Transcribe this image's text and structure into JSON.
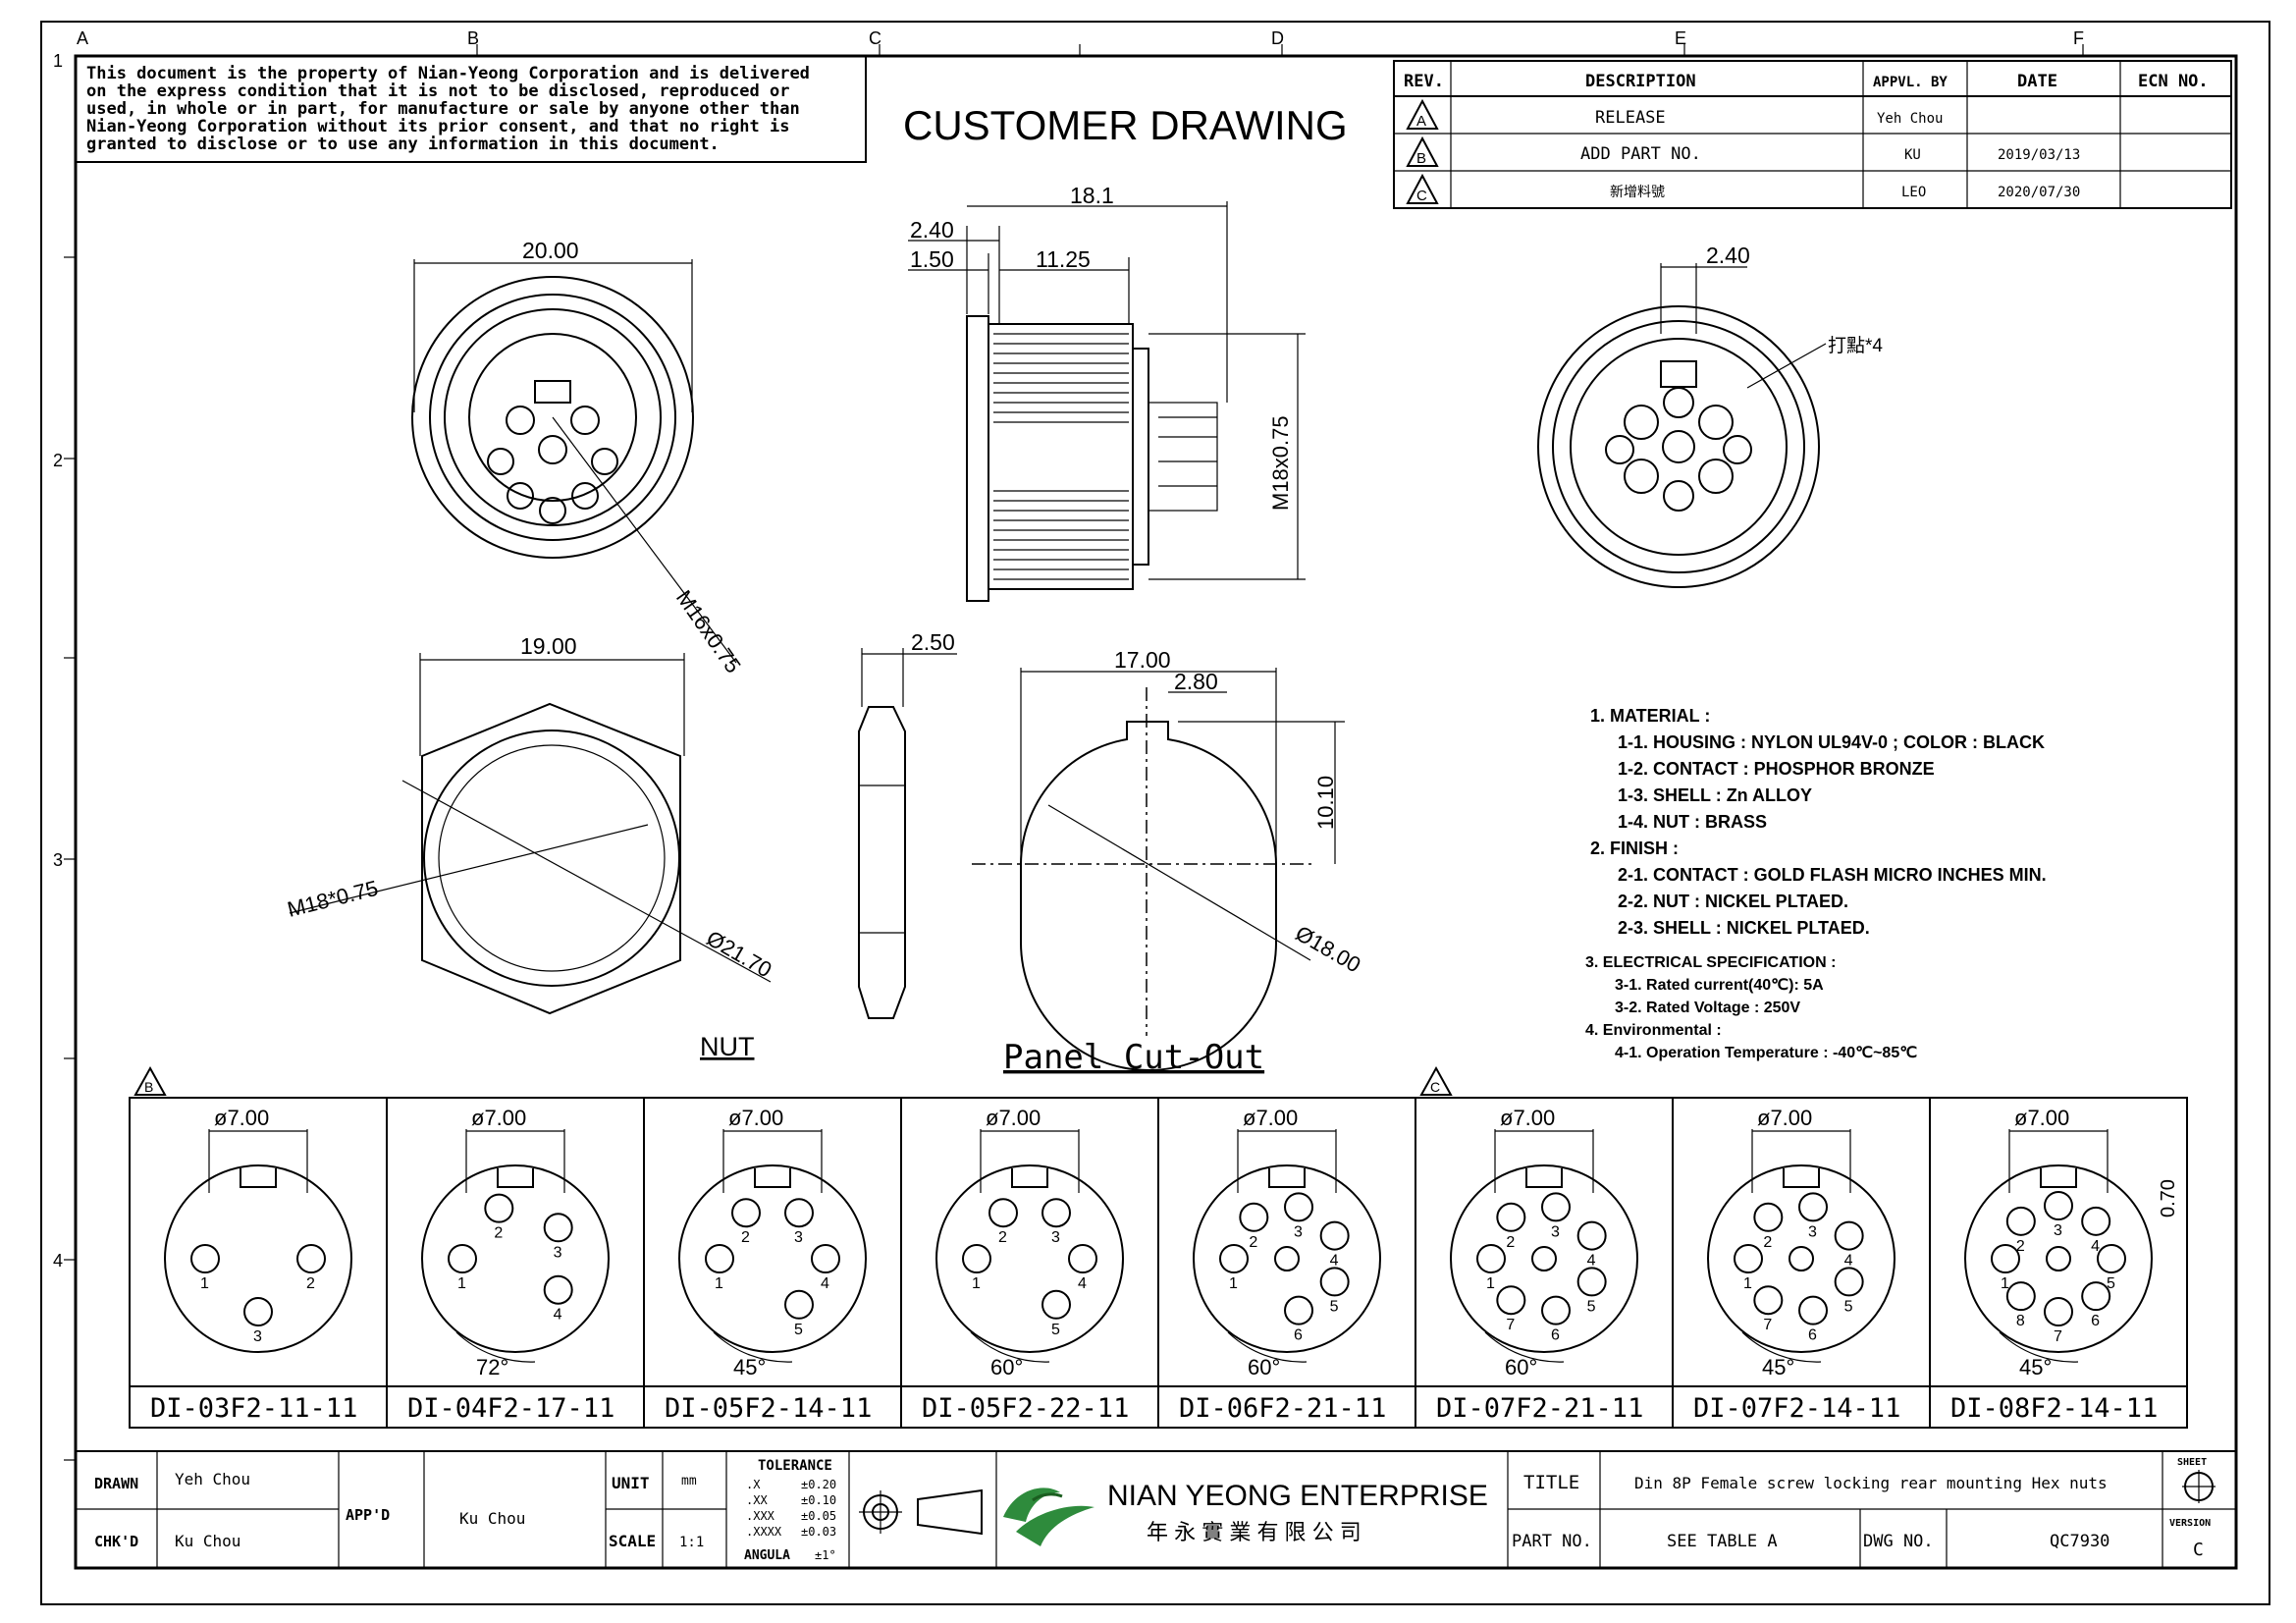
{
  "grid": {
    "columns": [
      "A",
      "B",
      "C",
      "D",
      "E",
      "F"
    ],
    "rows": [
      "1",
      "2",
      "3",
      "4"
    ]
  },
  "notice": [
    "This document is the property of Nian-Yeong Corporation and is delivered",
    "on  the  express condition that it is not to be disclosed, reproduced or",
    "used, in whole or in part, for manufacture or sale by anyone other than",
    "Nian-Yeong Corporation without  its prior consent, and that  no right  is",
    "granted to disclose or to use any information in this  document."
  ],
  "drawing_title": "CUSTOMER  DRAWING",
  "revision_table": {
    "headers": [
      "REV.",
      "DESCRIPTION",
      "APPVL. BY",
      "DATE",
      "ECN NO."
    ],
    "rows": [
      {
        "rev": "A",
        "description": "RELEASE",
        "by": "Yeh Chou",
        "date": "",
        "ecn": ""
      },
      {
        "rev": "B",
        "description": "ADD PART NO.",
        "by": "KU",
        "date": "2019/03/13",
        "ecn": ""
      },
      {
        "rev": "C",
        "description": "新增料號",
        "by": "LEO",
        "date": "2020/07/30",
        "ecn": ""
      }
    ]
  },
  "dimensions": {
    "front_width": "20.00",
    "front_thread": "M16x0.75",
    "side_overall": "18.1",
    "side_flange": "2.40",
    "side_step": "1.50",
    "side_thread_len": "11.25",
    "side_thread": "M18x0.75",
    "back_key": "2.40",
    "back_note": "打點*4",
    "nut_width": "19.00",
    "nut_thread": "M18*0.75",
    "nut_dia": "Ø21.70",
    "nut_thick": "2.50",
    "cutout_width": "17.00",
    "cutout_key": "2.80",
    "cutout_height": "10.10",
    "cutout_dia": "Ø18.00"
  },
  "view_labels": {
    "nut": "NUT",
    "panel": "Panel Cut-Out"
  },
  "notes": [
    "1.  MATERIAL  :",
    "1-1.  HOUSING  :  NYLON  UL94V-0  ;  COLOR  :  BLACK",
    "1-2.  CONTACT  :  PHOSPHOR  BRONZE",
    "1-3.  SHELL  :  Zn  ALLOY",
    "1-4.  NUT  :  BRASS",
    "2.  FINISH  :",
    "2-1.  CONTACT  :  GOLD  FLASH  MICRO  INCHES  MIN.",
    "2-2.  NUT  :  NICKEL  PLTAED.",
    "2-3.  SHELL  :  NICKEL  PLTAED.",
    "3.  ELECTRICAL  SPECIFICATION  :",
    "3-1.  Rated  current(40℃):   5A",
    "3-2.  Rated  Voltage  :  250V",
    "4.  Environmental  :",
    "4-1.  Operation  Temperature  :  -40℃~85℃"
  ],
  "rev_markers": {
    "b": "B",
    "c": "C"
  },
  "pin_table": {
    "pin_circle": "ø7.00",
    "key_dim": "0.70",
    "parts": [
      {
        "part_no": "DI-03F2-11-11",
        "pins": [
          "1",
          "2",
          "3"
        ],
        "angle": ""
      },
      {
        "part_no": "DI-04F2-17-11",
        "pins": [
          "1",
          "2",
          "3",
          "4"
        ],
        "angle": "72°"
      },
      {
        "part_no": "DI-05F2-14-11",
        "pins": [
          "1",
          "2",
          "3",
          "4",
          "5"
        ],
        "angle": "45°"
      },
      {
        "part_no": "DI-05F2-22-11",
        "pins": [
          "1",
          "2",
          "3",
          "4",
          "5"
        ],
        "angle": "60°"
      },
      {
        "part_no": "DI-06F2-21-11",
        "pins": [
          "1",
          "2",
          "3",
          "4",
          "5",
          "6"
        ],
        "angle": "60°"
      },
      {
        "part_no": "DI-07F2-21-11",
        "pins": [
          "1",
          "2",
          "3",
          "4",
          "5",
          "6",
          "7"
        ],
        "angle": "60°"
      },
      {
        "part_no": "DI-07F2-14-11",
        "pins": [
          "1",
          "2",
          "3",
          "4",
          "5",
          "6",
          "7"
        ],
        "angle": "45°"
      },
      {
        "part_no": "DI-08F2-14-11",
        "pins": [
          "1",
          "2",
          "3",
          "4",
          "5",
          "6",
          "7",
          "8"
        ],
        "angle": "45°"
      }
    ]
  },
  "title_block": {
    "drawn_label": "DRAWN",
    "drawn": "Yeh Chou",
    "chkd_label": "CHK'D",
    "chkd": "Ku Chou",
    "appd_label": "APP'D",
    "appd": "Ku Chou",
    "unit_label": "UNIT",
    "unit": "mm",
    "scale_label": "SCALE",
    "scale": "1:1",
    "tolerance_label": "TOLERANCE",
    "tolerance": [
      {
        "k": ".X",
        "v": "±0.20"
      },
      {
        "k": ".XX",
        "v": "±0.10"
      },
      {
        "k": ".XXX",
        "v": "±0.05"
      },
      {
        "k": ".XXXX",
        "v": "±0.03"
      },
      {
        "k": "ANGULA",
        "v": "±1°"
      }
    ],
    "company_en": "NIAN YEONG ENTERPRISE",
    "company_zh": "年 永 實 業 有 限 公 司",
    "title_label": "TITLE",
    "title": "Din 8P Female screw locking rear mounting Hex nuts",
    "part_label": "PART NO.",
    "part": "SEE TABLE A",
    "dwg_label": "DWG NO.",
    "dwg": "QC7930",
    "sheet_label": "SHEET",
    "version_label": "VERSION",
    "version": "C"
  }
}
